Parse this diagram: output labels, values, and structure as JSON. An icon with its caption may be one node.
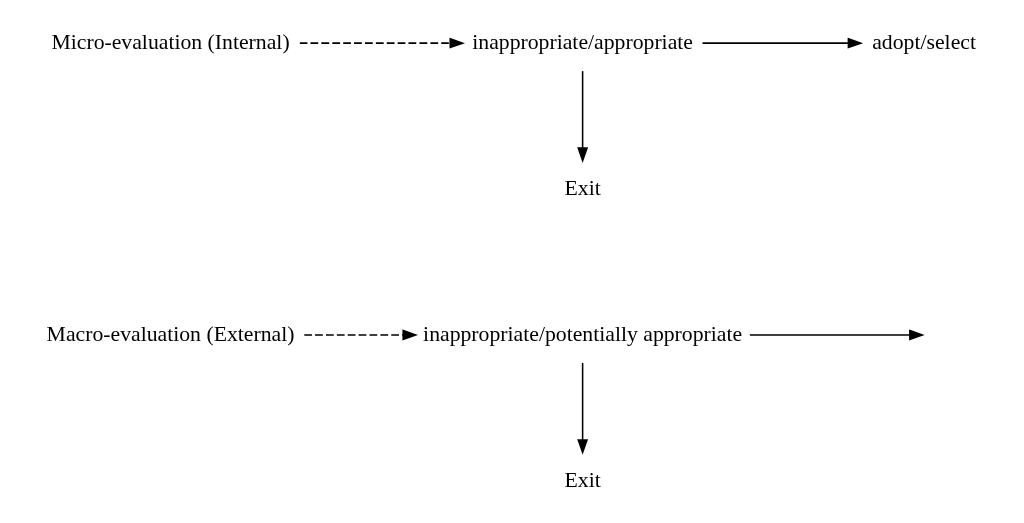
{
  "diagram": {
    "nodes": [
      {
        "text": [
          "Macro-evaluation (External)"
        ]
      },
      {
        "text": [
          "inappropriate/potentially appropriate"
        ]
      },
      {
        "text": [
          "Exit"
        ]
      },
      {
        "text": [
          "Micro-evaluation (Internal)"
        ]
      },
      {
        "text": [
          "inappropriate/appropriate"
        ]
      },
      {
        "text": [
          "adopt/select"
        ]
      },
      {
        "text": [
          "Exit"
        ]
      }
    ],
    "edges": [
      {
        "from": 0,
        "to": 1,
        "arrow": "to",
        "style": "dashed"
      },
      {
        "from": 1,
        "to": null,
        "arrow": "to"
      },
      {
        "from": 1,
        "to": 2,
        "arrow": "to"
      },
      {
        "from": 3,
        "to": 4,
        "arrow": "to",
        "style": "dashed"
      },
      {
        "from": 4,
        "to": 5,
        "arrow": "to"
      },
      {
        "from": 4,
        "to": 6,
        "arrow": "to"
      }
    ]
  }
}
